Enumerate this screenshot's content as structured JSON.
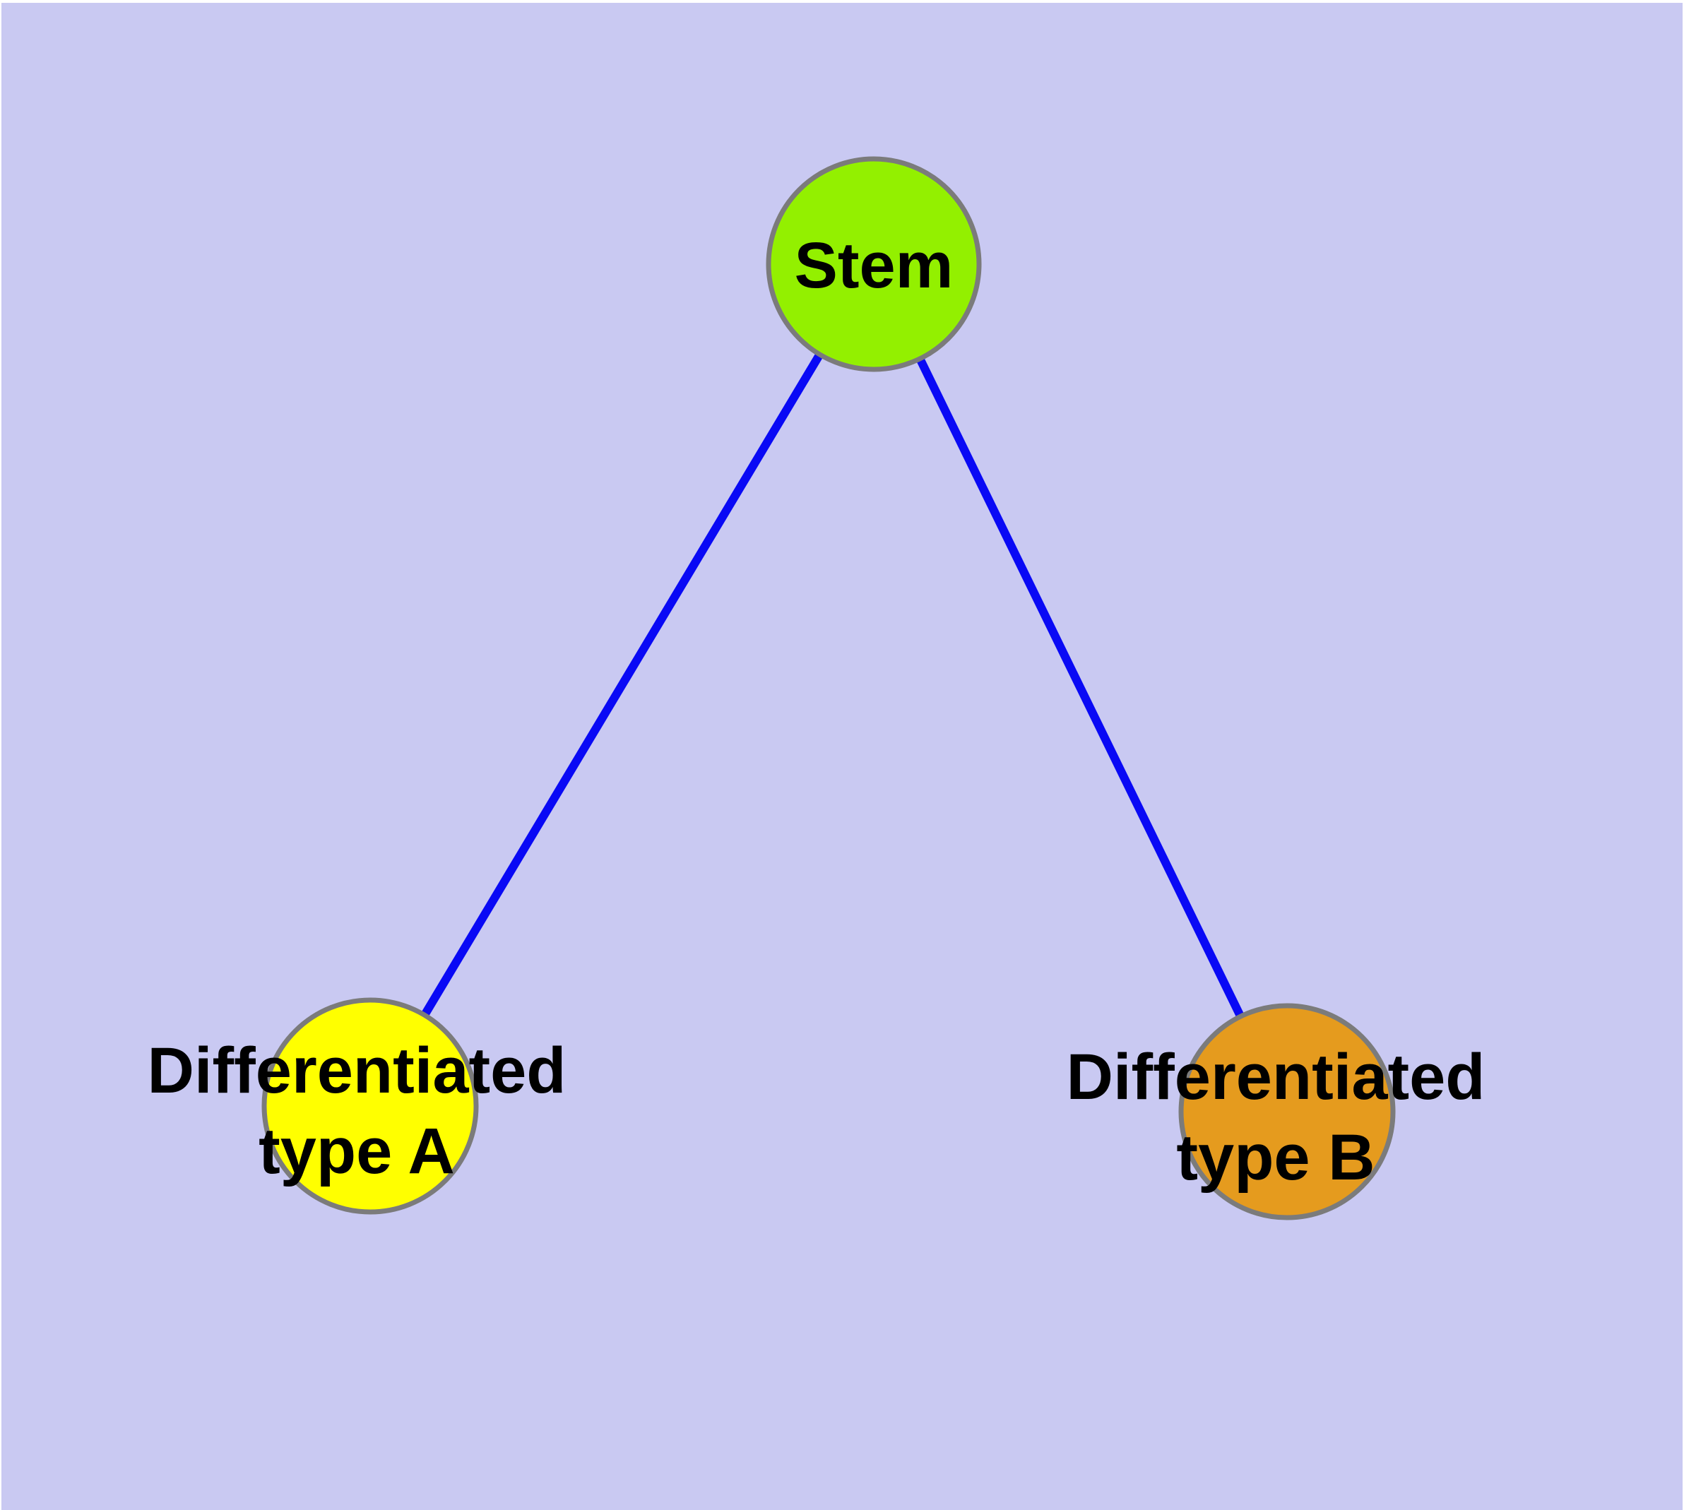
{
  "diagram": {
    "type": "tree-graph",
    "background_color": "#C9C9F2",
    "edge_color": "#0909F5",
    "node_border_color": "#7B7B7B",
    "label_color": "#000000",
    "nodes": {
      "stem": {
        "label": "Stem",
        "fill": "#93F000"
      },
      "type_a": {
        "label_line1": "Differentiated",
        "label_line2": "type A",
        "label_full": "Differentiated type A",
        "fill": "#FFFF00"
      },
      "type_b": {
        "label_line1": "Differentiated",
        "label_line2": "type B",
        "label_full": "Differentiated type B",
        "fill": "#E59B1E"
      }
    },
    "edges": [
      {
        "from": "Stem",
        "to": "Differentiated type A"
      },
      {
        "from": "Stem",
        "to": "Differentiated type B"
      }
    ]
  }
}
